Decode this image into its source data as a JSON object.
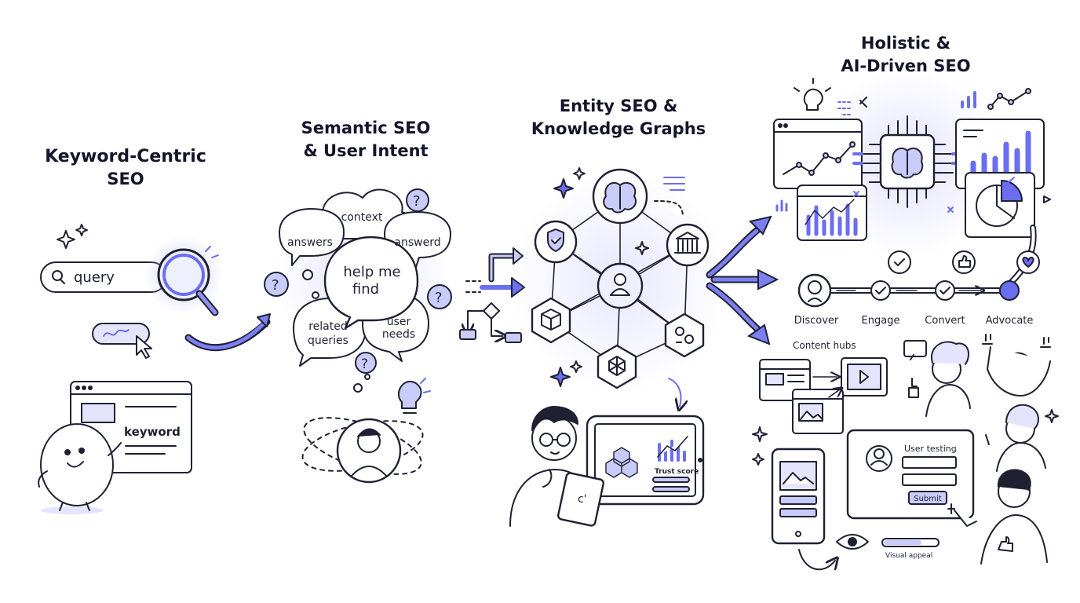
{
  "colors": {
    "accent": "#6b6ef0",
    "accent_light": "#dfe0fb",
    "accent_fill": "#c9cbf8",
    "ink": "#1f2133",
    "background": "#ffffff"
  },
  "stage1": {
    "title_line1": "Keyword-Centric",
    "title_line2": "SEO",
    "search_query": "query",
    "page_keyword": "keyword",
    "icons": [
      "search-icon",
      "magnifier-icon",
      "cursor-icon",
      "sparkle-icon",
      "browser-window-icon",
      "mascot-character"
    ]
  },
  "stage2": {
    "title_line1": "Semantic SEO",
    "title_line2": "& User Intent",
    "bubble_context": "context",
    "bubble_answers": "answers",
    "bubble_answerd": "answerd",
    "bubble_center_line1": "help me",
    "bubble_center_line2": "find",
    "bubble_related_line1": "related",
    "bubble_related_line2": "queries",
    "bubble_needs_line1": "user",
    "bubble_needs_line2": "needs",
    "icons": [
      "question-icon",
      "lightbulb-icon",
      "user-avatar",
      "orbit-lines"
    ]
  },
  "stage3": {
    "title_line1": "Entity SEO &",
    "title_line2": "Knowledge Graphs",
    "trust_label": "Trust score",
    "nodes": [
      "brain-node",
      "shield-node",
      "institution-node",
      "person-node",
      "package-node",
      "search-people-node",
      "molecule-node"
    ],
    "icons": [
      "sparkle-icon",
      "flowchart-icon",
      "thinking-person",
      "tablet-icon",
      "dashboard-monitor"
    ]
  },
  "stage4": {
    "title_line1": "Holistic &",
    "title_line2": "AI-Driven SEO",
    "journey_steps": [
      "Discover",
      "Engage",
      "Convert",
      "Advocate"
    ],
    "content_hubs_label": "Content hubs",
    "user_testing_title": "User testing",
    "submit_label": "Submit",
    "visual_appeal_label": "Visual appeal",
    "icons": [
      "ai-chip-icon",
      "lightbulb-icon",
      "line-chart-icon",
      "bar-chart-icon",
      "pie-chart-icon",
      "smile-icon",
      "check-icon",
      "thumbs-up-icon",
      "heart-icon",
      "eye-icon",
      "phone-icon",
      "video-icon",
      "celebrating-people"
    ]
  }
}
